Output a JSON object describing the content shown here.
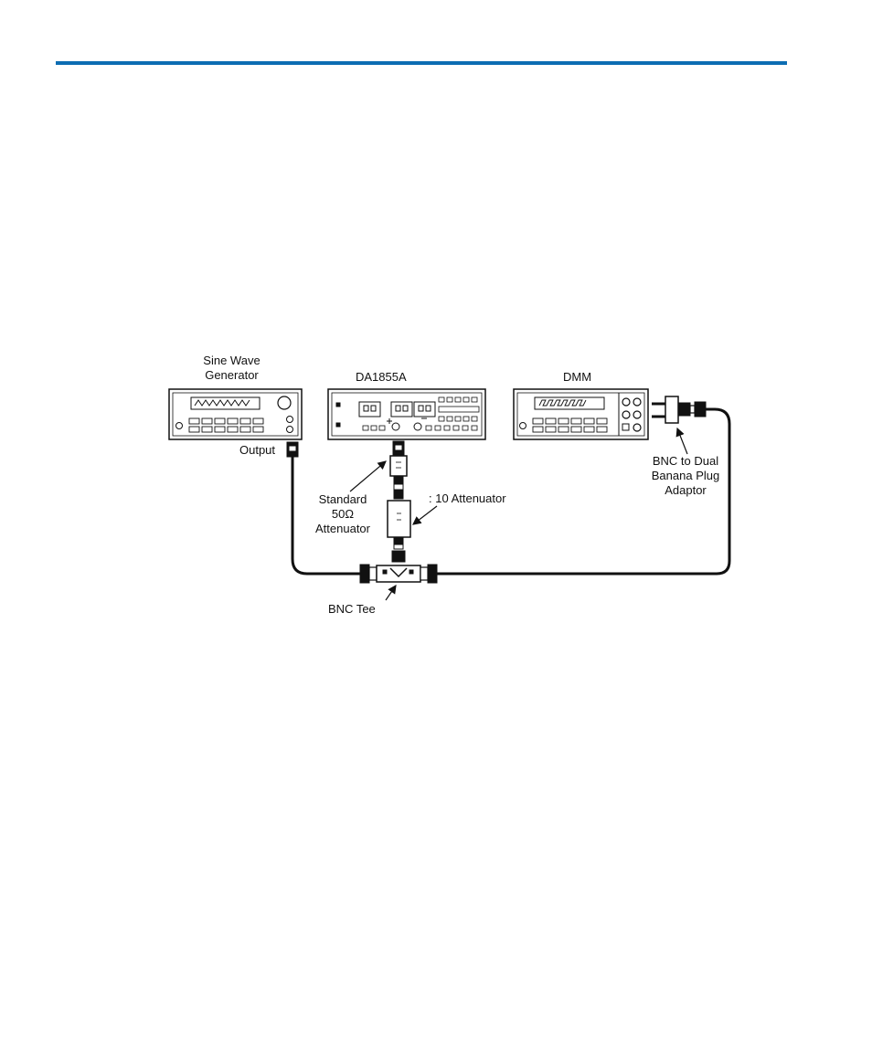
{
  "colors": {
    "header_rule": "#0c6db3",
    "ink": "#111111",
    "panel": "#ffffff"
  },
  "diagram": {
    "labels": {
      "sine_wave_generator": "Sine Wave\nGenerator",
      "da1855a": "DA1855A",
      "dmm": "DMM",
      "output": "Output",
      "bnc_adaptor": "BNC to Dual\nBanana Plug\nAdaptor",
      "standard_attenuator": "Standard\n50Ω\nAttenuator",
      "attenuator_10": ": 10 Attenuator",
      "bnc_tee": "BNC Tee"
    }
  }
}
